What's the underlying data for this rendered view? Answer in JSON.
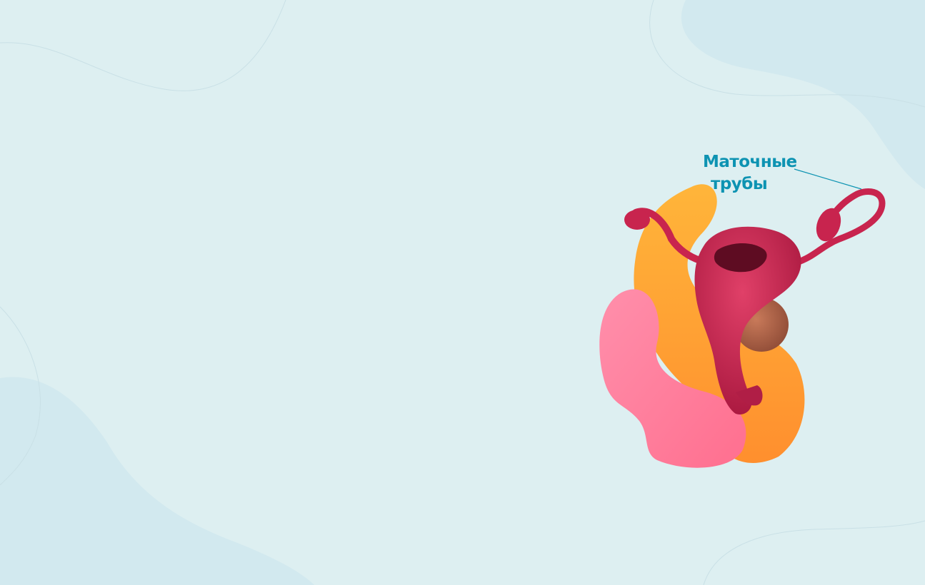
{
  "label": {
    "line1": "Маточные",
    "line2": "трубы"
  },
  "icons": {
    "illustration": "uterus-anatomy-illustration"
  },
  "colors": {
    "background": "#ddeff1",
    "background_shape": "#d0e8ee",
    "label_text": "#0d93b2",
    "blob_orange": "#ff9a2e",
    "blob_pink": "#ff7a9a",
    "organ": "#c8244e"
  }
}
